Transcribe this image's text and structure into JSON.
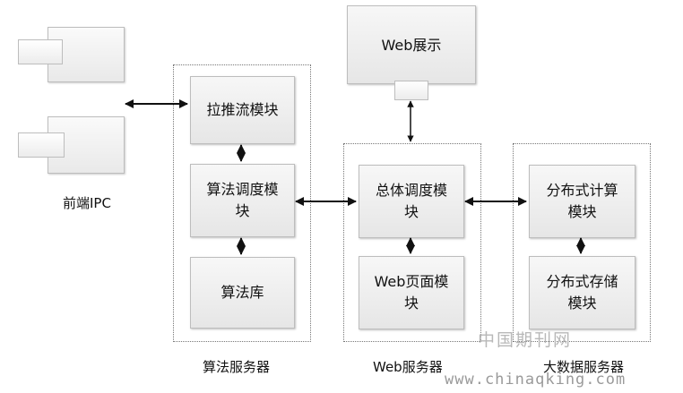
{
  "front_ipc": {
    "label": "前端IPC"
  },
  "web_display": {
    "label": "Web展示"
  },
  "algorithm_server": {
    "label": "算法服务器",
    "modules": [
      "拉推流模块",
      "算法调度模\n块",
      "算法库"
    ]
  },
  "web_server": {
    "label": "Web服务器",
    "modules": [
      "总体调度模\n块",
      "Web页面模\n块"
    ]
  },
  "bigdata_server": {
    "label": "大数据服务器",
    "modules": [
      "分布式计算\n模块",
      "分布式存储\n模块"
    ]
  },
  "watermark": {
    "line1": "中国期刊网",
    "line2": "www.chinaqking.com"
  }
}
